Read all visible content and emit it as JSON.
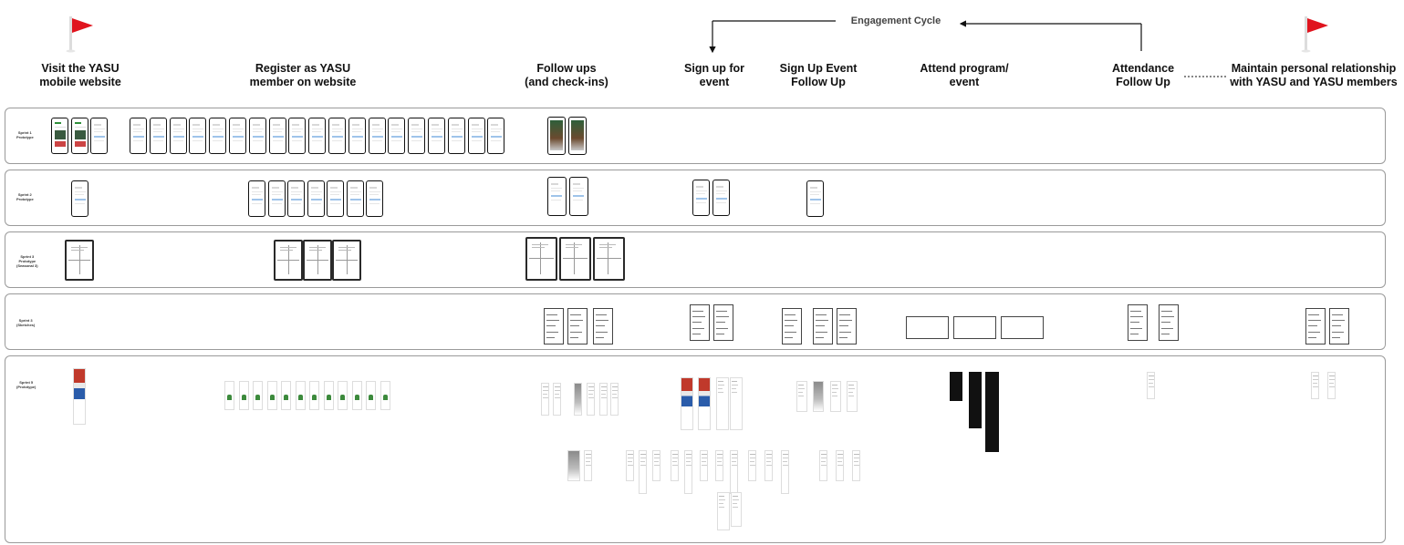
{
  "cycle": {
    "label": "Engagement Cycle"
  },
  "stages": [
    {
      "id": "visit",
      "label": "Visit the YASU\nmobile website"
    },
    {
      "id": "register",
      "label": "Register as YASU\nmember on website"
    },
    {
      "id": "followups",
      "label": "Follow ups\n(and check-ins)"
    },
    {
      "id": "signup",
      "label": "Sign up for\nevent"
    },
    {
      "id": "signup-followup",
      "label": "Sign Up Event\nFollow Up"
    },
    {
      "id": "attend",
      "label": "Attend program/\nevent"
    },
    {
      "id": "attendance-followup",
      "label": "Attendance\nFollow Up"
    },
    {
      "id": "maintain",
      "label": "Maintain personal relationship\nwith YASU and YASU members"
    }
  ],
  "rows": [
    {
      "id": "sprint1",
      "label": "Sprint 1\nPrototype"
    },
    {
      "id": "sprint2",
      "label": "Sprint 2\nPrototype"
    },
    {
      "id": "sprint3-tablet",
      "label": "Sprint 3\nPrototype\n(Seasonal 3)"
    },
    {
      "id": "sprint3-sketch",
      "label": "Sprint 3\n(Sketches)"
    },
    {
      "id": "sprint5",
      "label": "Sprint 5\n(Prototype)"
    }
  ],
  "colors": {
    "flag": "#e0141e",
    "border": "#9a9a9a",
    "arrow": "#111111"
  },
  "icons": {
    "start": "red-flag-icon",
    "end": "red-flag-icon"
  }
}
